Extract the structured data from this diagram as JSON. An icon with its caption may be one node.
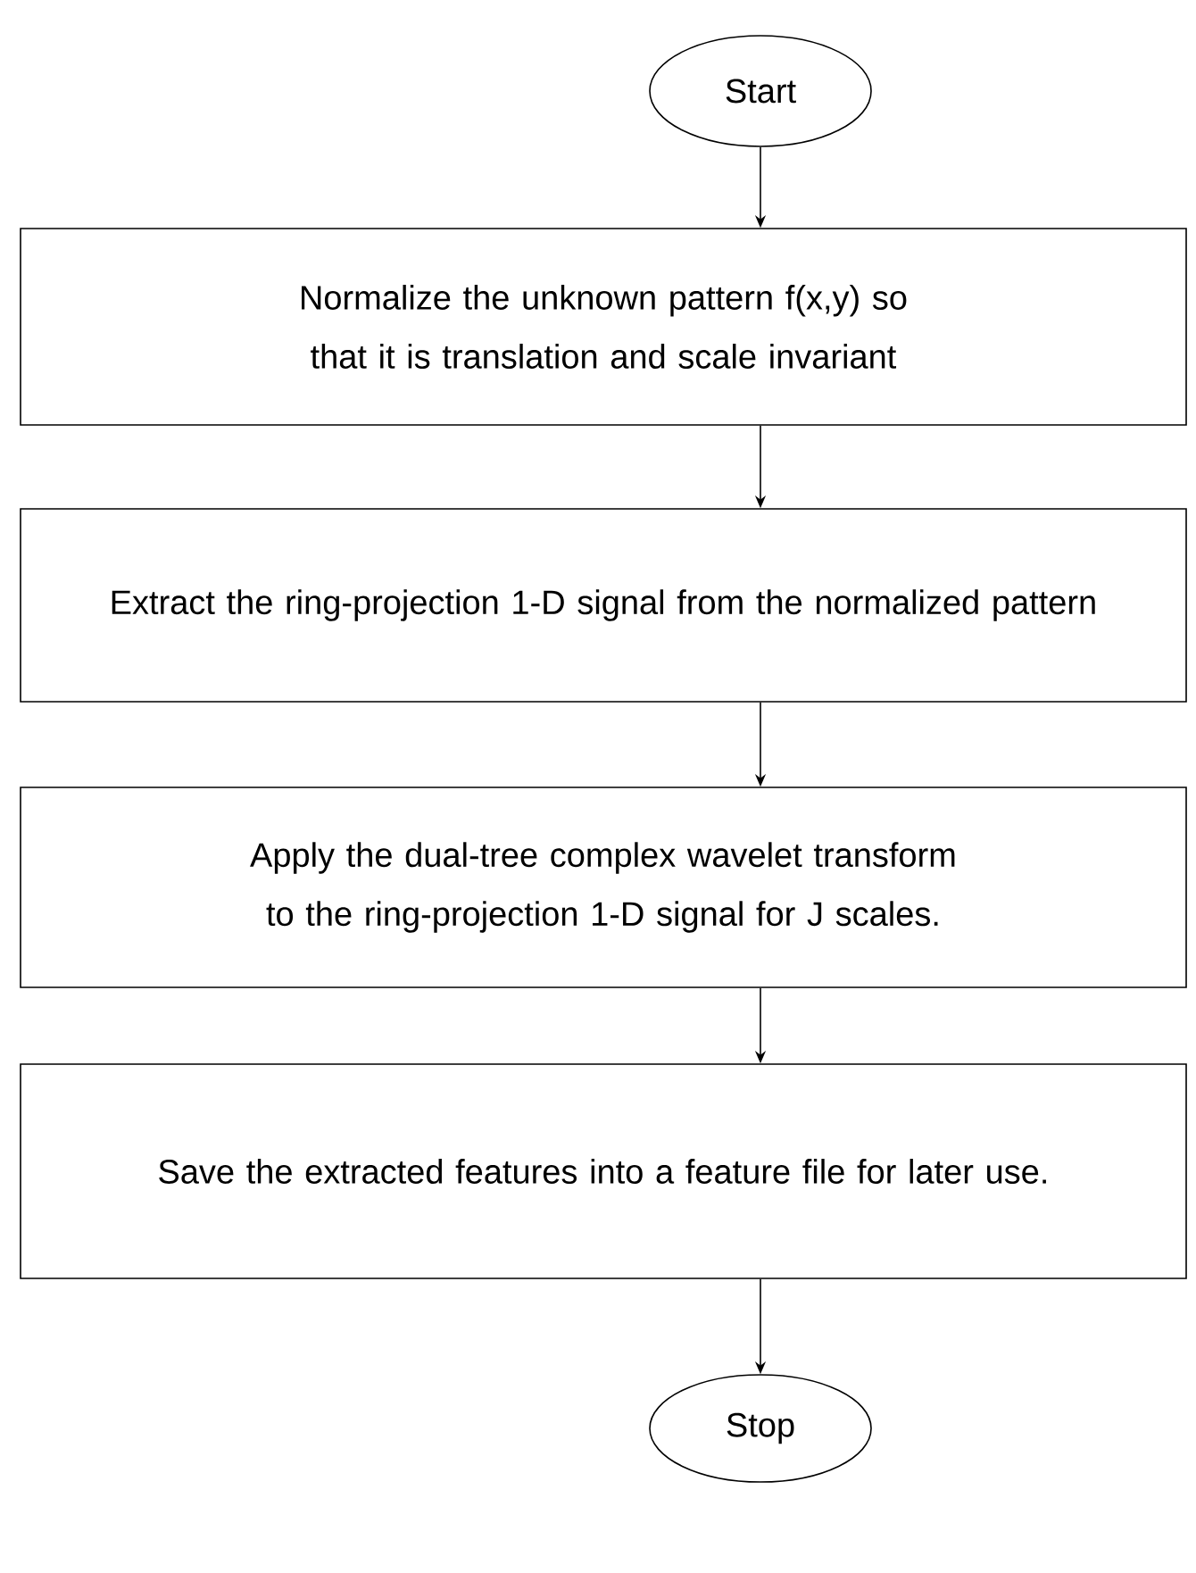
{
  "diagram": {
    "nodes": [
      {
        "text": [
          "Start"
        ]
      },
      {
        "text": [
          "Normalize the unknown pattern f(x,y) so that it is translation and scale invariant"
        ]
      },
      {
        "text": [
          "Extract the ring-projection 1-D signal from the normalized pattern"
        ]
      },
      {
        "text": [
          "Apply the dual-tree complex wavelet transform to the ring-projection 1-D signal for J scales."
        ]
      },
      {
        "text": [
          "Save the extracted features into a feature file for later use."
        ]
      },
      {
        "text": [
          "Stop"
        ]
      }
    ],
    "edges": [
      {
        "from": 0,
        "to": 1,
        "arrow": "to"
      },
      {
        "from": 1,
        "to": 2,
        "arrow": "to"
      },
      {
        "from": 2,
        "to": 3,
        "arrow": "to"
      },
      {
        "from": 3,
        "to": 4,
        "arrow": "to"
      },
      {
        "from": 4,
        "to": 5,
        "arrow": "to"
      }
    ]
  }
}
